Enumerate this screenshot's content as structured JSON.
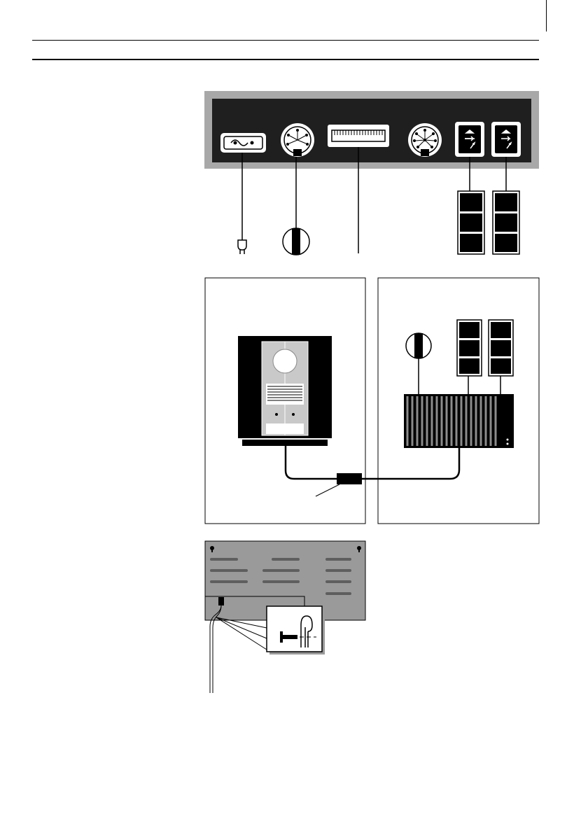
{
  "page": {
    "crop_mark_label": "crop-mark",
    "rules": [
      "header-rule-thin",
      "header-rule-thick"
    ]
  },
  "colors": {
    "panel_outer": "#a8a8a8",
    "panel_inner": "#1f1f1f",
    "ink": "#000000",
    "paper": "#ffffff",
    "speaker_grey": "#c9c9c9",
    "device_grey": "#8c8c8c",
    "wall_bracket": "#9a9a9a"
  },
  "icons": {
    "mains_socket": "power-socket-icon",
    "din_socket_1": "din-socket-icon",
    "ribbon_socket": "ribbon-socket-icon",
    "din_socket_2": "din-socket-icon",
    "speaker_socket_1": "speaker-socket-icon",
    "speaker_socket_2": "speaker-socket-icon",
    "mains_plug": "mains-plug-icon",
    "din_plug": "din-plug-icon",
    "speaker_plug": "speaker-plug-icon",
    "music_system": "music-system-icon",
    "rear_device": "rear-device-icon",
    "cable_clip": "cable-clip-icon",
    "wall_bracket": "wall-bracket-icon",
    "screw": "screw-icon"
  }
}
